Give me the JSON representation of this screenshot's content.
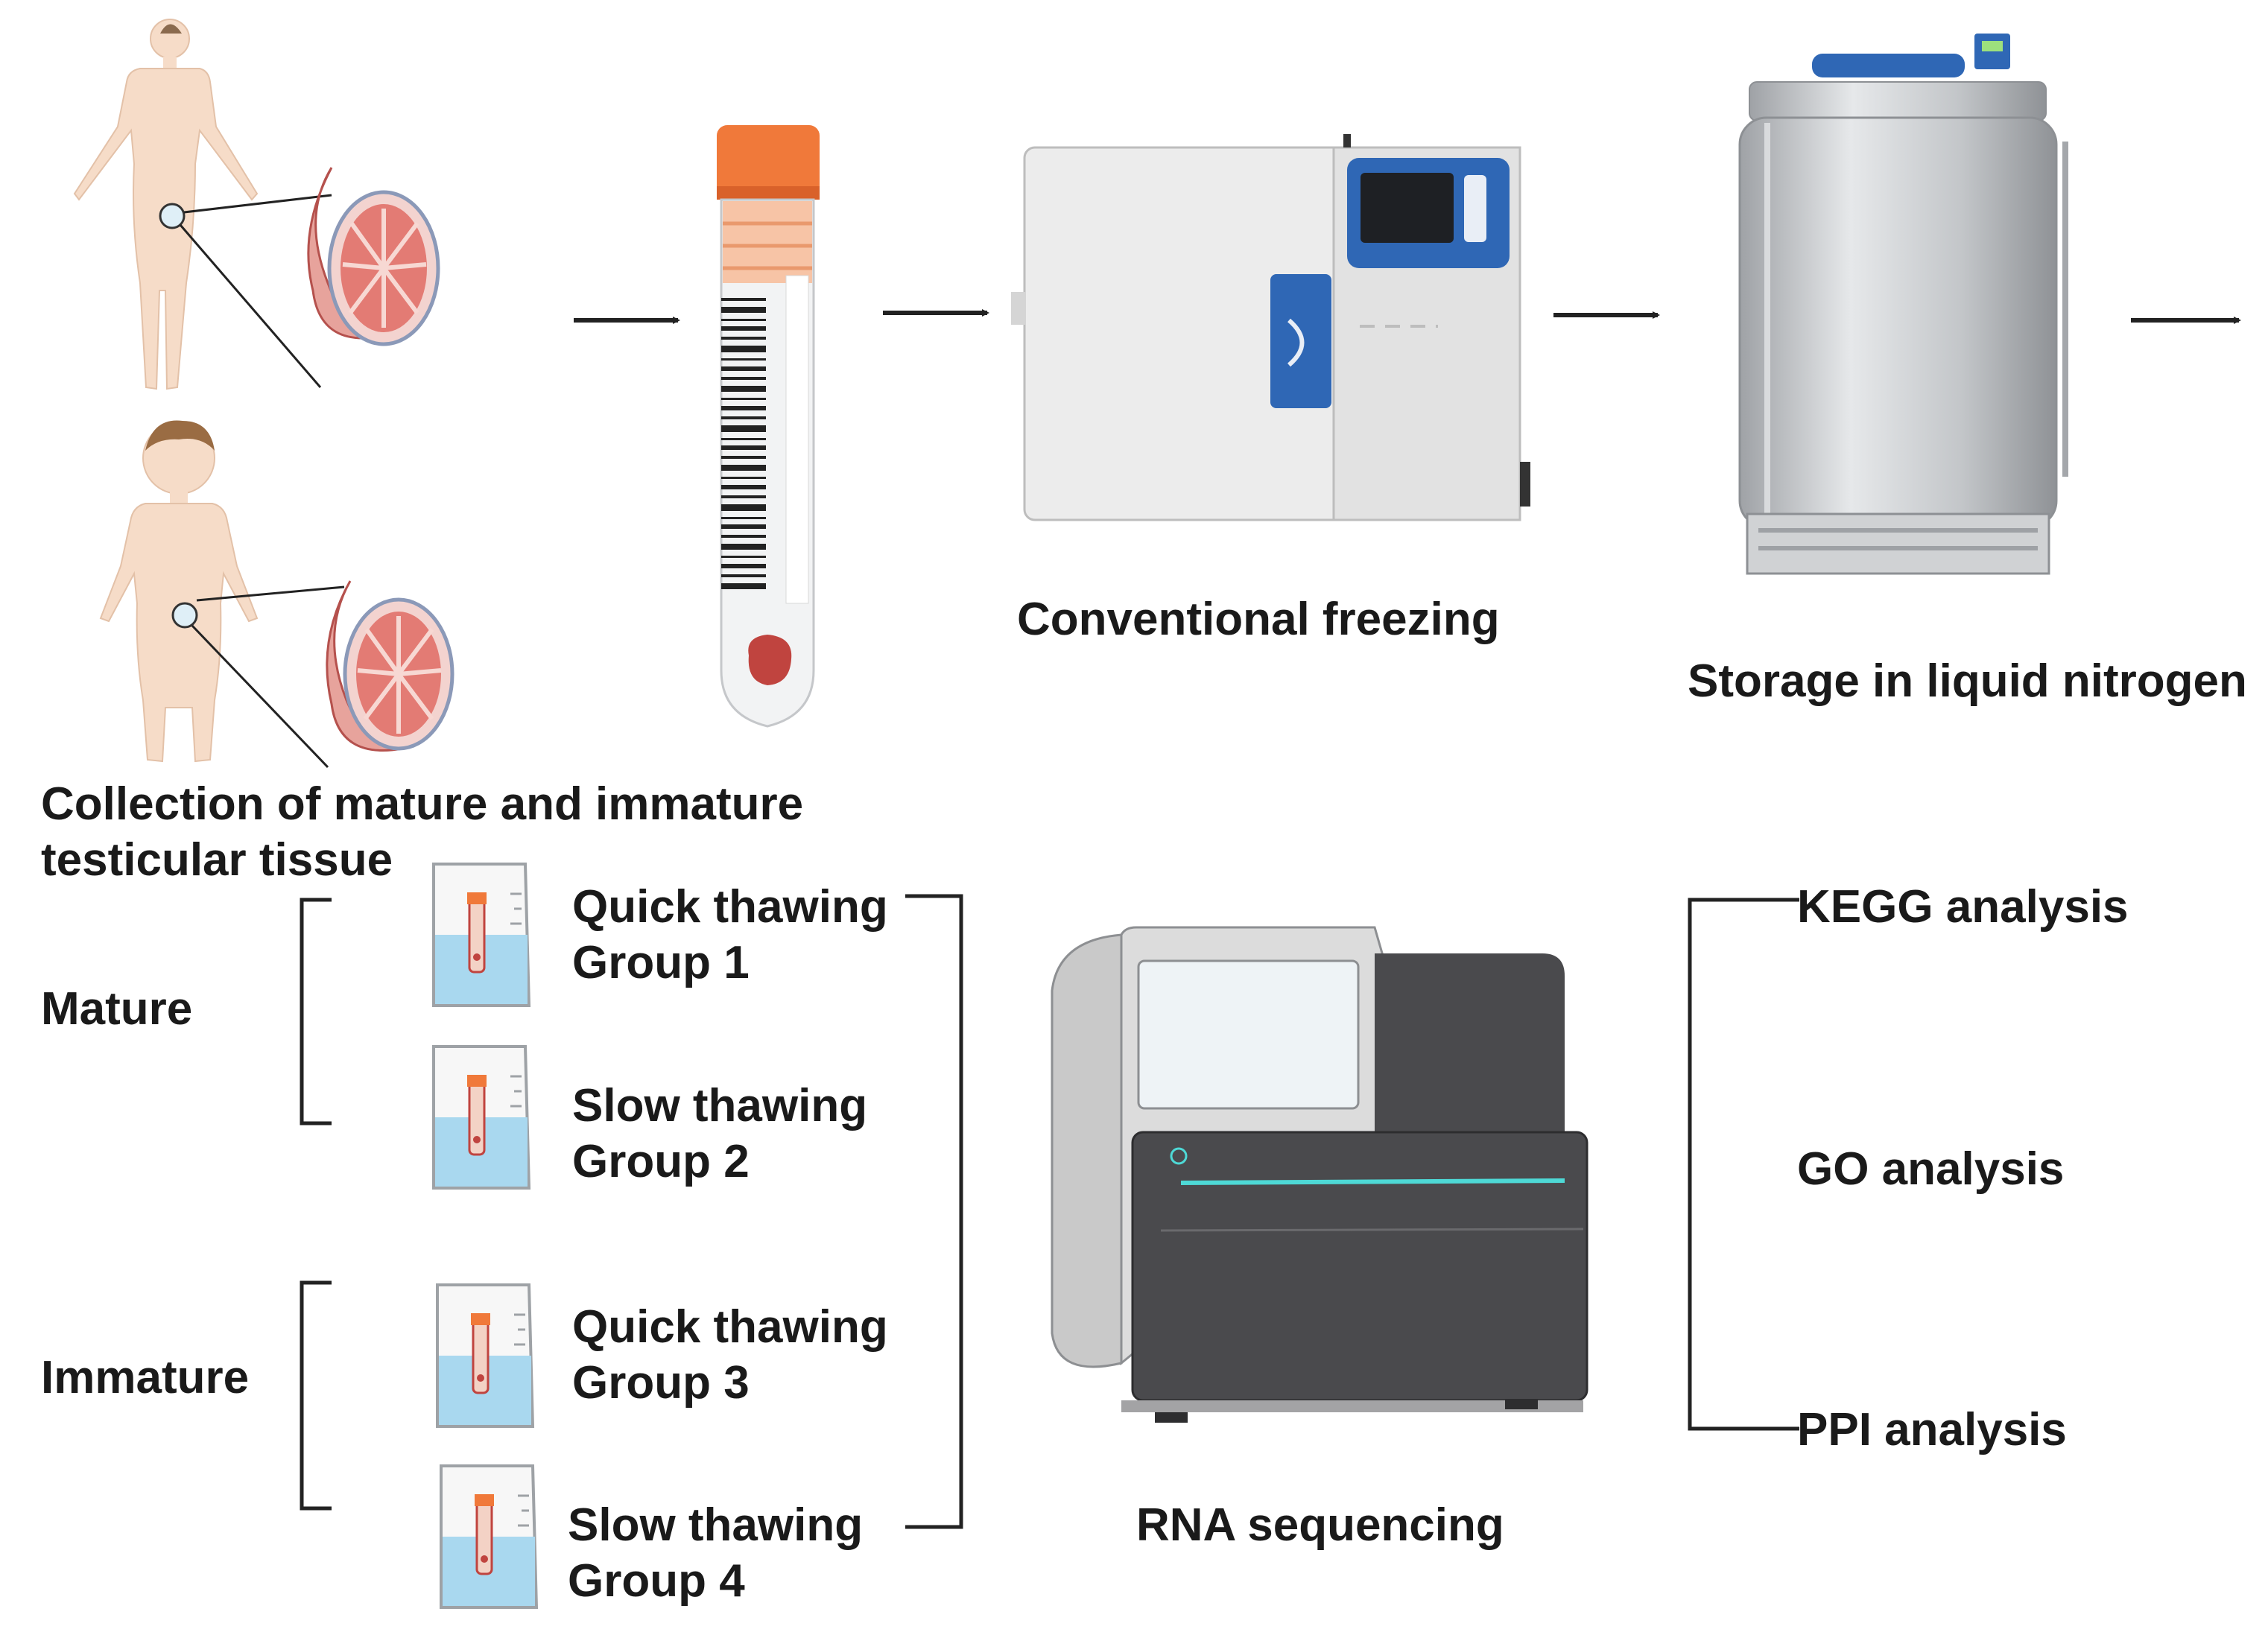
{
  "collection_label": [
    "Collection of mature and immature",
    "testicular tissue"
  ],
  "freezing_label": "Conventional freezing",
  "storage_label": "Storage in liquid nitrogen",
  "sequencing_label": "RNA sequencing",
  "categories": {
    "mature": "Mature",
    "immature": "Immature"
  },
  "groups": [
    {
      "method": "Quick thawing",
      "name": "Group 1"
    },
    {
      "method": "Slow thawing",
      "name": "Group 2"
    },
    {
      "method": "Quick thawing",
      "name": "Group 3"
    },
    {
      "method": "Slow thawing",
      "name": "Group 4"
    }
  ],
  "analyses": [
    "KEGG analysis",
    "GO analysis",
    "PPI analysis"
  ],
  "colors": {
    "tube_cap": "#f0793a",
    "tissue": "#c0443f",
    "skin": "#f6dcc8",
    "freezer_panel": "#2f67b5",
    "steel": "#c6c8cb",
    "liquid": "#a9d8ef",
    "sequencer_dark": "#4a4a4d",
    "sequencer_light_line": "#4ed9d6"
  }
}
